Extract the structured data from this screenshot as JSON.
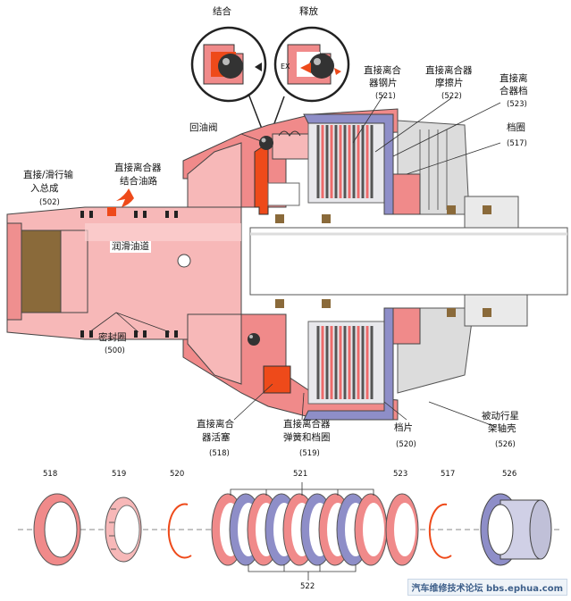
{
  "labels": {
    "engage": "结合",
    "release": "释放",
    "ex": "EX",
    "return_valve": "回油阀",
    "input_assembly_line1": "直接/滑行输",
    "input_assembly_line2": "入总成",
    "input_assembly_num": "(502)",
    "apply_passage_line1": "直接离合器",
    "apply_passage_line2": "结合油路",
    "lube_passage": "润滑油道",
    "seals": "密封圈",
    "seals_num": "(500)",
    "steel_plate_line1": "直接离合",
    "steel_plate_line2": "器钢片",
    "steel_plate_num": "(521)",
    "friction_plate_line1": "直接离合器",
    "friction_plate_line2": "摩擦片",
    "friction_plate_num": "(522)",
    "backing_plate_line1": "直接离",
    "backing_plate_line2": "合器档",
    "backing_plate_num": "(523)",
    "snap_ring_top": "档圈",
    "snap_ring_top_num": "(517)",
    "piston_line1": "直接离合",
    "piston_line2": "器活塞",
    "piston_num": "(518)",
    "spring_line1": "直接离合器",
    "spring_line2": "弹簧和档圈",
    "spring_num": "(519)",
    "snap_ring_bottom": "档片",
    "snap_ring_bottom_num": "(520)",
    "shell_line1": "被动行星",
    "shell_line2": "架轴壳",
    "shell_num": "(526)"
  },
  "exploded": {
    "p518": "518",
    "p519": "519",
    "p520": "520",
    "p521": "521",
    "p523": "523",
    "p517": "517",
    "p526": "526",
    "p522": "522"
  },
  "watermark": "汽车维修技术论坛 bbs.ephua.com",
  "colors": {
    "housing": "#f08a8a",
    "housing_light": "#f7b8b8",
    "oil": "#ee4a1a",
    "steel": "#8e8ec8",
    "gray": "#d9d9d9",
    "bronze": "#9a6a3a"
  }
}
